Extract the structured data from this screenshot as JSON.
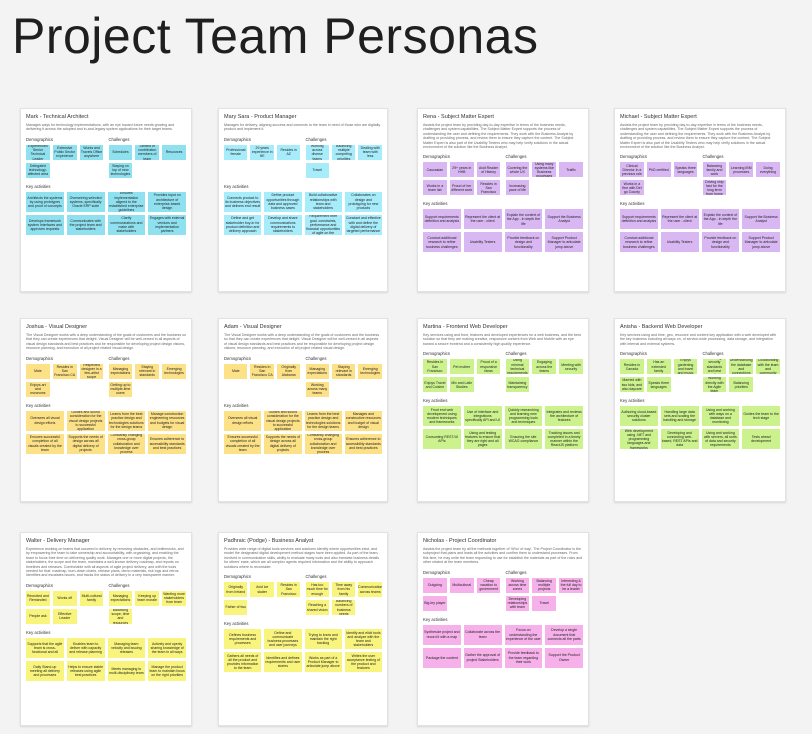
{
  "title": "Project Team Personas",
  "labels": {
    "demographics": "Demographics",
    "challenges": "Challenges",
    "key_activities": "Key activities"
  },
  "personas": [
    {
      "name": "Mark - Technical Architect",
      "description": "Manages ways for technology implementations, with an eye toward future needs growing and delivering it across the adopted and in-and-legacy system applications for their target teams.",
      "color": "#8fe1f0",
      "demographics": [
        "Experienced Senior Technical Leader",
        "Extensive Public Sector experience",
        "Works and Travels Office anywhere",
        "Delegated technology-affected area"
      ],
      "challenges": [
        "Schedules",
        "Limited of contribution members of team",
        "Resources",
        "Staying on top of new technologies"
      ],
      "activities": [
        "Architects the systems by using prototypes and proof of concepts",
        "Overseeing selected systems, specifically Oracle ERP suite",
        "Ensures implementation aligned to the established enterprise guidelines",
        "Provides input on architecture of enterprise-based design",
        "Develops framework system Interfaces and approves requests",
        "Communicates with the project team and stakeholders",
        "Clarify communications and make with stakeholders",
        "Engages with external vendors and implementation partners"
      ]
    },
    {
      "name": "Mary Sara - Product Manager",
      "description": "Manages for delivery, aligning success and connects to the team in need of those who are digitally product and implement it.",
      "color": "#a6ecfb",
      "demographics": [
        "Professional female",
        "29 years experience in HE",
        "Resides in AZ"
      ],
      "challenges": [
        "Working across diverse teams",
        "Balancing multiple competing priorities",
        "Dealing with team with less",
        "Travel"
      ],
      "activities": [
        "Connects product to its business objectives and delivers end result",
        "Define product opportunities through data and approved business cases",
        "Build collaborative relationships with team and stakeholders",
        "Collaborates on design and prototyping for new products",
        "Define and get stakeholder buy-in for product definition and delivery approach",
        "Develop and share communications requirements to stakeholders",
        "Requirement brief goal, constraints, performance and financial opportunities of agile on the",
        "Constant and effective with and define the digital delivery of targeted performance"
      ]
    },
    {
      "name": "Rena - Subject Matter Expert",
      "description": "Assists the project team by providing day-to-day expertise in terms of the business needs, challenges and system capabilities. The Subject Matter Expert supports the process of understanding the user and defining the requirements. They work with the Business Analyst by drafting or providing process, and review them to ensure they capture the content. The Subject Matter Expert is also part of the Usability Testers who may help verify solutions in the actual environment of the solution like the Business Analyst.",
      "color": "#d8b7f2",
      "demographics": [
        "Caucasian",
        "29+ years in HHB",
        "Avid Reader of History",
        "Works in a team lab",
        "Proud of her different work",
        "Resides in San Francisco"
      ],
      "challenges": [
        "Covering the whole UX",
        "Using many systems like Business processes",
        "Traffic",
        "Increasing pace of life"
      ],
      "activities": [
        "Support requirements definition and analysis",
        "Represent the client at the user - client",
        "Explain the context of the App - in depth the life",
        "Support the Business Analyst",
        "Conduct additional research to refine business challenges",
        "Usability Testers",
        "Provide feedback on design and functionality",
        "Support Product Manager to articulate jump above"
      ]
    },
    {
      "name": "Michael - Subject Matter Expert",
      "description": "Assists the project team by providing day-to-day expertise in terms of the business needs, challenges and system capabilities. The Subject Matter Expert supports the process of understanding the user and defining the requirements. They work with the Business Analyst by drafting or providing process, and review them to ensure they capture the content. The Subject Matter Expert is also part of the Usability Testers who may help verify solutions in the actual environment of the solution like the Business Analyst.",
      "color": "#d8b7f2",
      "demographics": [
        "Clinical Director in a previous role",
        "PhD certified",
        "Speaks three languages",
        "Works in a firm with Del go County"
      ],
      "challenges": [
        "Balancing family and work",
        "Learning IBM processes",
        "Doing everything",
        "Driving ship fast for the long term from home"
      ],
      "activities": [
        "Support requirements definition and analysis",
        "Represent the client at the user - client",
        "Explain the context of the App - in depth the life",
        "Support the Business Analyst",
        "Conduct additional research to refine business challenges",
        "Usability Testers",
        "Provide feedback on design and functionality",
        "Support Product Manager to articulate jump above"
      ]
    },
    {
      "name": "Joshua - Visual Designer",
      "description": "The Visual Designer works with a deep understanding of the goals of customers and the business so that they can create experiences that delight. Visual Designer will be well-versed in all aspects of visual design standards and best practices and be responsible for developing project design visions, resource planning, and execution of all project related visual design.",
      "color": "#fce187",
      "demographics": [
        "Male",
        "Resides in San Francisco CA",
        "Respected designer in a few-artist scope",
        "Enjoys art and museums"
      ],
      "challenges": [
        "Managing expectations",
        "Staying relevant in standards",
        "Emerging technologies",
        "Getting up to multiple-time users"
      ],
      "activities": [
        "Oversees all visual design efforts",
        "Guides and sound consideration for the visual design projects to successful application",
        "Learns from the best practice design and technologies solutions for the design teams",
        "Manage construction engineering resources and budgets for visual design",
        "Ensures successful completion of all visuals created by the team",
        "Supports the needs of design across all digital delivery of projects",
        "Constantly changing cross-group collaboration and knowledge over process",
        "Ensures adherence to accessibility standards and best practices"
      ]
    },
    {
      "name": "Adam - Visual Designer",
      "description": "The Visual Designer works with a deep understanding of the goals of customers and the business so that they can create experiences that delight. Visual Designer will be well-versed in all aspects of visual design standards and best practices and be responsible for developing project design visions, resource planning, and execution of all project related visual design.",
      "color": "#fce187",
      "demographics": [
        "Male",
        "Resides in San Francisco CA",
        "Originally from Alabama"
      ],
      "challenges": [
        "Managing expectations",
        "Staying relevant in standards",
        "Emerging technologies",
        "Working across many teams"
      ],
      "activities": [
        "Oversees all visual design efforts",
        "Guides and sound consideration for the visual design projects to successful application",
        "Learns from the best practice design and technologies solutions for the design teams",
        "Manages and constructive resources and budget of visual design",
        "Ensures successful completion of all visuals created by the team",
        "Supports the needs of design across all digital delivery of projects",
        "Constantly changing cross-group collaboration and knowledge over process",
        "Ensures adherence to accessibility standards and best practices"
      ]
    },
    {
      "name": "Martina - Frontend Web Developer",
      "description": "Key services using and front, features and developed experiences for a web business, and the best solution so that they are making creative, responsive content from Web and Mobile with an eye toward a secure frontend and a consistently high quality experience.",
      "color": "#cbf28d",
      "demographics": [
        "Resides in San Francisco",
        "Pet mother",
        "Proud of a responsive ideas",
        "Enjoys Travel and Cuisine",
        "Mix and Latin Studies"
      ],
      "challenges": [
        "Using minimal technical requirements",
        "Engaging across the teams",
        "Meeting with security",
        "Maintaining transparency"
      ],
      "activities": [
        "Front end web development using modern techniques and frameworks",
        "Use of interface and integrations specifically API and UI",
        "Quickly researching and learning new programming tools and techniques",
        "Integrates and reviews the architecture of features",
        "Consuming REST/UI APIs",
        "Using and testing features to ensure that they are right and all pages",
        "Ensuring the site WCAG compliance",
        "Tracking issues and completed in a timely manner within the ReactJS platform"
      ]
    },
    {
      "name": "Anisha - Backend Web Developer",
      "description": "Key services using and time, geo, resource and content key application with a web developed with the key business including all ways on, of service-wide processing, data storage, and integration with internal and external systems.",
      "color": "#cbf28d",
      "demographics": [
        "Resides in Canada",
        "Has an extended family",
        "Enjoys gardening and travel and music",
        "Married with two kids, and also daycare",
        "Speaks three languages"
      ],
      "challenges": [
        "Handling security standards and best practices",
        "Understanding the database and connections",
        "Collaborating with the team and community",
        "Working directly with the Agile team",
        "Balancing priorities"
      ],
      "activities": [
        "Authoring cloud-based security cluster solutions",
        "Handling large data sets and scaling the handling and storage",
        "Using and working with ways on a database and monitoring",
        "Guides the team to the tech stage",
        "Web development using .NET and programming languages and frameworks",
        "Developing and connecting web-based, REST APIs and data",
        "Using and working with servers, all sorts of data and security requirements",
        "Tests ahead development"
      ]
    },
    {
      "name": "Walter - Delivery Manager",
      "description": "Experience working on teams that succeed in delivery by removing obstacles, and bottlenecks, and by empowering the team to take ownership and accountability, with organizing, and enabling the team to focus their time on delivering quality work. Manages one or more digital projects, the stakeholders, the scope and the team, maintains a well-known delivery roadmap, and reports on timelines and releases. Comfortable with all aspects of agile project delivery, and with the tools needed for that: roadmap, burn-down charts, release plans, demo materials, risk logs and retros. Identifies and escalates issues, and tracks the status of delivery in a very transparent manner.",
      "color": "#f8f47d",
      "demographics": [
        "Recruited and Remanded",
        "Works off",
        "Multi-cultural family",
        "People ask",
        "Effective Leader"
      ],
      "challenges": [
        "Managing expectations",
        "Keeping up team morale",
        "Wanting more stakeholders from team",
        "Balancing scope, time and resources"
      ],
      "activities": [
        "Supports that the agile team is cross-functional and all",
        "Enables team to deliver with capacity and release planning",
        "Managing team velocity and issuing releases",
        "Actively and openly sharing knowledge of the team in all ways",
        "Daily Stand-up meeting all delivery and processes",
        "Helps to ensure stable releases using agile best practices",
        "Meets managing to multi-disciplinary team",
        "Manage the product team to maintain focus on the right priorities"
      ]
    },
    {
      "name": "Padhraic (Podge) - Business Analyst",
      "description": "Provides wide range of digital tools services and solutions identify where opportunities exist, and model the designated digital development method stages have been applied. As part of the team, involved in communication skills, ability to evaluate many tools and also translate business details for others' ease, which are all complex agents required information and the ability to approach solutions where to reconsider.",
      "color": "#f8f47d",
      "demographics": [
        "Originally from Ireland",
        "Avid ice skater",
        "Resides in San Francisco",
        "Father of two"
      ],
      "challenges": [
        "Has too much time for enough",
        "Time away from his family",
        "Communication across teams",
        "Reaching a shared vision",
        "Balancing numbers of business needs"
      ],
      "activities": [
        "Defines business requirements and processes",
        "Define and communicate business processes and user journeys",
        "Trying to know and maintain the right backlog",
        "Identify and elicit tools and analyze with the team and stakeholders",
        "Gathers all needs of all the product and provides information to the team",
        "Identifies and defines requirements and user stories",
        "Works as part of a Product Manager to articulate jump above",
        "Writes the user acceptance testing of the product and features"
      ]
    },
    {
      "name": "Nicholas - Project Coordinator",
      "description": "Assists the project team by all the methods together of 'Who' of way'. The Project Coordinator is the subproject that plans and leads all the activities and confirm them to understand processes. From this time, he may unite the team requesting to use for establish the materials as part of the roles and other related at the team members.",
      "color": "#f6b0ea",
      "demographics": [
        "Outgoing",
        "Multicultural",
        "Cheap vacation to government",
        "Big-ley player"
      ],
      "challenges": [
        "Working across time zones",
        "Balancing multiple projects",
        "Interesting & the full day to be a leader",
        "Developing relationships with team",
        "Travel"
      ],
      "activities": [
        "Synthesize project and record it with a map",
        "Collaborate across the team",
        "Focus on understanding the experience of the user",
        "Develop a single document that connects all the parts",
        "Package the content",
        "Gather the approval of project Stakeholders",
        "Provide feedback to the team regarding their work",
        "Support the Product Owner"
      ]
    }
  ]
}
